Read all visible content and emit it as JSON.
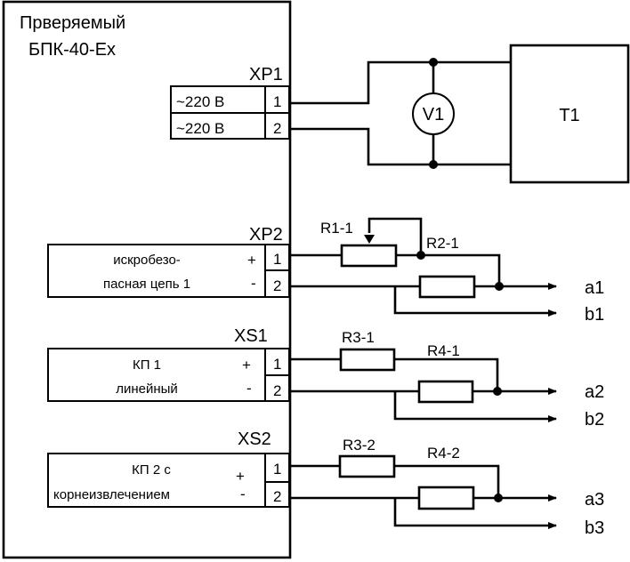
{
  "device": {
    "title_line1": "Прверяемый",
    "title_line2": "БПК-40-Ex"
  },
  "connectors": [
    {
      "name": "XP1",
      "pins": [
        {
          "label": "~220 В",
          "sign": "",
          "num": "1"
        },
        {
          "label": "~220 В",
          "sign": "",
          "num": "2"
        }
      ]
    },
    {
      "name": "XP2",
      "line1": "искробезо-",
      "line2": "пасная цепь 1",
      "plus": "+",
      "minus": "-",
      "pin1": "1",
      "pin2": "2"
    },
    {
      "name": "XS1",
      "line1": "КП 1",
      "line2": "линейный",
      "plus": "+",
      "minus": "-",
      "pin1": "1",
      "pin2": "2"
    },
    {
      "name": "XS2",
      "line1": "КП 2  с",
      "line2": "корнеизвлечением",
      "plus": "+",
      "minus": "-",
      "pin1": "1",
      "pin2": "2"
    }
  ],
  "instruments": {
    "voltmeter": "V1",
    "transformer": "T1"
  },
  "resistors": {
    "r1_1": "R1-1",
    "r2_1": "R2-1",
    "r3_1": "R3-1",
    "r4_1": "R4-1",
    "r3_2": "R3-2",
    "r4_2": "R4-2"
  },
  "outputs": [
    "a1",
    "b1",
    "a2",
    "b2",
    "a3",
    "b3"
  ]
}
